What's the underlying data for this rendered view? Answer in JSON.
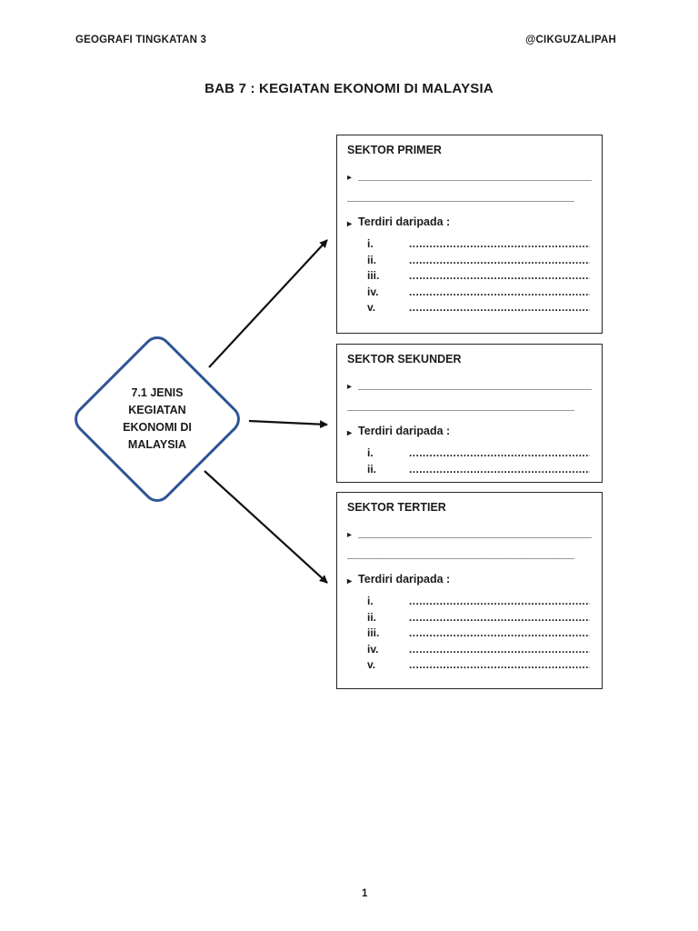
{
  "page": {
    "header_left": "GEOGRAFI TINGKATAN 3",
    "header_right": "@CIKGUZALIPAH",
    "title": "BAB 7 : KEGIATAN EKONOMI DI MALAYSIA",
    "page_number": "1"
  },
  "diamond": {
    "label": "7.1 JENIS\nKEGIATAN\nEKONOMI DI\nMALAYSIA",
    "border_color": "#2f5496"
  },
  "glyphs": {
    "bullet": "▸"
  },
  "lines": {
    "blank_line": "________________________________________________________________________________",
    "dot_line": "...................................................................................................."
  },
  "subheading": "Terdiri daripada :",
  "sectors": [
    {
      "title": "SEKTOR PRIMER",
      "items": [
        "i.",
        "ii.",
        "iii.",
        "iv.",
        "v."
      ]
    },
    {
      "title": "SEKTOR SEKUNDER",
      "items": [
        "i.",
        "ii."
      ]
    },
    {
      "title": "SEKTOR TERTIER",
      "items": [
        "i.",
        "ii.",
        "iii.",
        "iv.",
        "v."
      ]
    }
  ]
}
